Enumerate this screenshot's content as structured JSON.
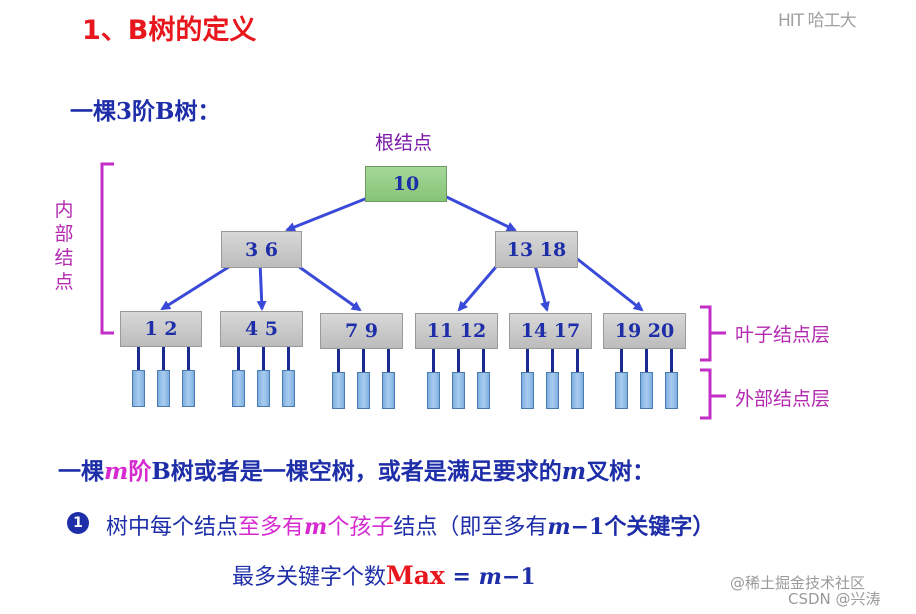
{
  "title": "1、B树的定义",
  "top_right_logo": "HIT 哈工大",
  "subtitle": "一棵3阶B树：",
  "root_label": "根结点",
  "internal_label": "内部结点",
  "leaf_layer_label": "叶子结点层",
  "external_layer_label": "外部结点层",
  "tree": {
    "root": "10",
    "level1": [
      "3  6",
      "13  18"
    ],
    "leaves": [
      "1   2",
      "4   5",
      "7   9",
      "11 12",
      "14 17",
      "19 20"
    ]
  },
  "definition": {
    "part1": "一棵",
    "m": "m",
    "part2": "阶",
    "part3": "B树或者是一棵空树，或者是满足要求的",
    "m2": "m",
    "part4": "叉树："
  },
  "point1": {
    "bullet": "❶",
    "part1": "树中每个结点",
    "highlight1": "至多有",
    "m": "m",
    "highlight2": "个孩子",
    "part2": "结点（即至多有",
    "m2": "m",
    "part3": "−1个关键字）"
  },
  "formula": {
    "prefix": "最多关键字个数",
    "max": "Max",
    "eq": " = ",
    "m": "m",
    "suffix": "−1"
  },
  "watermark1": "@稀土掘金技术社区",
  "watermark2": "CSDN @兴涛",
  "colors": {
    "title": "#e8171d",
    "text": "#1e2ea8",
    "accent": "#d62ad0",
    "root_node": "#9fd393",
    "node": "#c8c8c8",
    "external": "#9cc3ea"
  }
}
